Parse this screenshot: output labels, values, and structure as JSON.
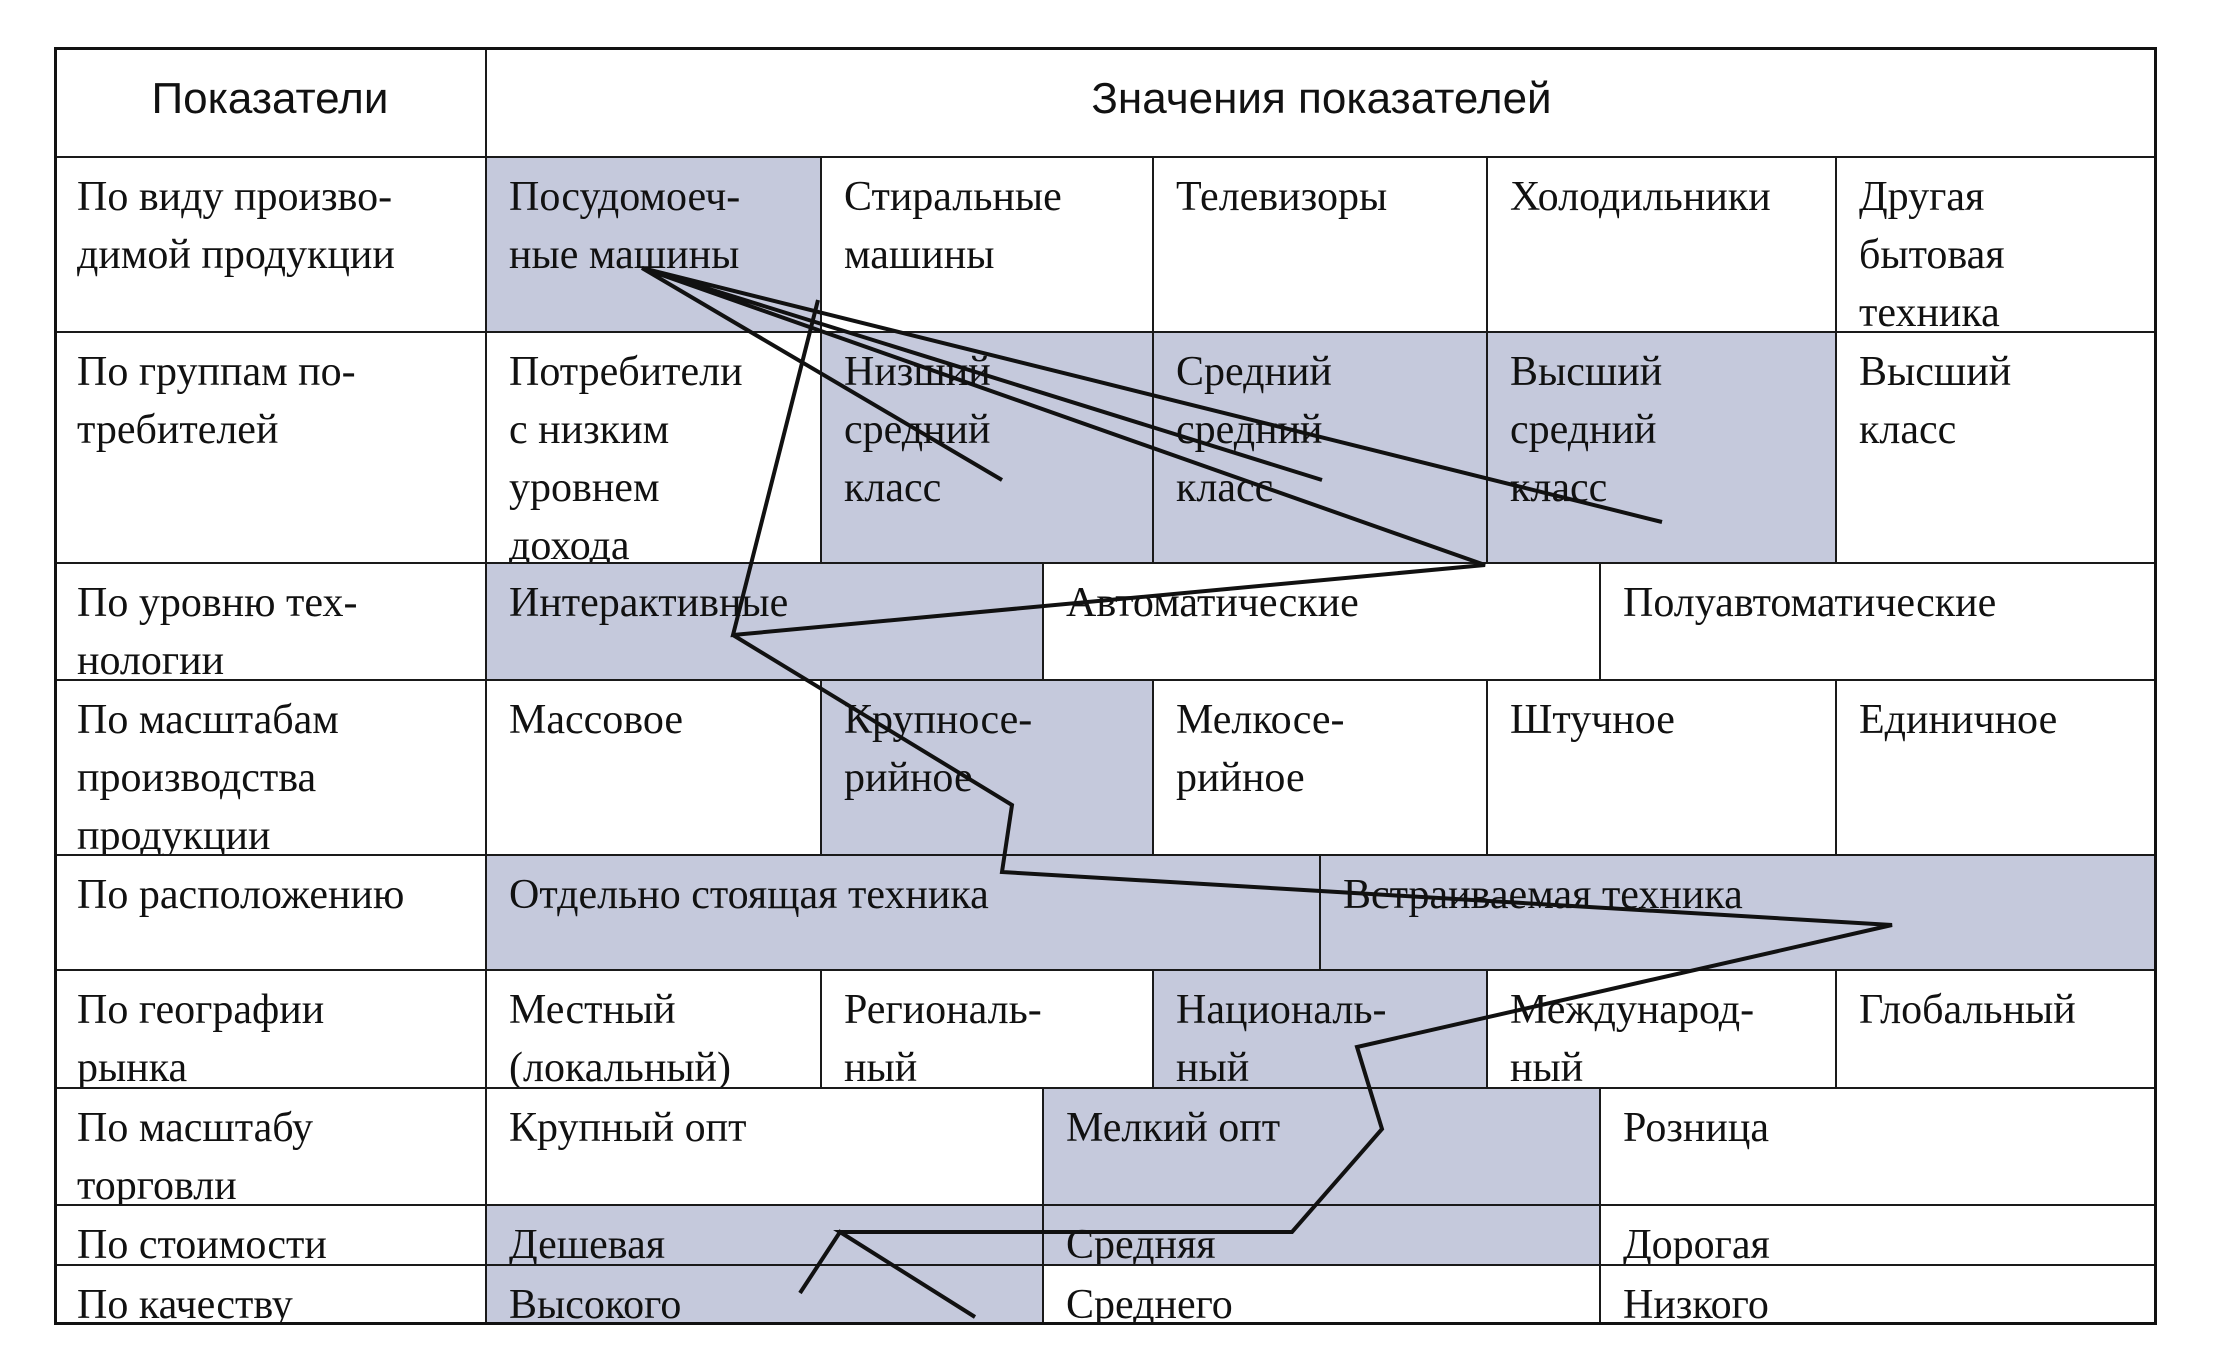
{
  "table": {
    "header": {
      "indicators": "Показатели",
      "values": "Значения показателей"
    },
    "rows": [
      {
        "label": "По виду произво-\nдимой продукции",
        "cells": [
          {
            "text": "Посудомоеч-\nные машины",
            "shaded": true
          },
          {
            "text": "Стиральные\nмашины",
            "shaded": false
          },
          {
            "text": "Телевизоры",
            "shaded": false
          },
          {
            "text": "Холодильники",
            "shaded": false
          },
          {
            "text": "Другая\nбытовая\nтехника",
            "shaded": false
          }
        ]
      },
      {
        "label": "По группам по-\nтребителей",
        "cells": [
          {
            "text": "Потребители\nс низким\nуровнем\nдохода",
            "shaded": false
          },
          {
            "text": "Низший\nсредний\nкласс",
            "shaded": true
          },
          {
            "text": "Средний\nсредний\nкласс",
            "shaded": true
          },
          {
            "text": "Высший\nсредний\nкласс",
            "shaded": true
          },
          {
            "text": "Высший\nкласс",
            "shaded": false
          }
        ]
      },
      {
        "label": "По уровню тех-\nнологии",
        "cells": [
          {
            "text": "Интерактивные",
            "shaded": true
          },
          {
            "text": "Автоматические",
            "shaded": false
          },
          {
            "text": "Полуавтоматические",
            "shaded": false
          }
        ]
      },
      {
        "label": "По масштабам\nпроизводства\nпродукции",
        "cells": [
          {
            "text": "Массовое",
            "shaded": false
          },
          {
            "text": "Крупносе-\nрийное",
            "shaded": true
          },
          {
            "text": "Мелкосе-\nрийное",
            "shaded": false
          },
          {
            "text": "Штучное",
            "shaded": false
          },
          {
            "text": "Единичное",
            "shaded": false
          }
        ]
      },
      {
        "label": "По расположению",
        "cells": [
          {
            "text": "Отдельно стоящая техника",
            "shaded": true
          },
          {
            "text": "Встраиваемая техника",
            "shaded": true
          }
        ]
      },
      {
        "label": "По географии\nрынка",
        "cells": [
          {
            "text": "Местный\n(локальный)",
            "shaded": false
          },
          {
            "text": "Региональ-\nный",
            "shaded": false
          },
          {
            "text": "Националь-\nный",
            "shaded": true
          },
          {
            "text": "Международ-\nный",
            "shaded": false
          },
          {
            "text": "Глобальный",
            "shaded": false
          }
        ]
      },
      {
        "label": "По масштабу\nторговли",
        "cells": [
          {
            "text": "Крупный опт",
            "shaded": false
          },
          {
            "text": "Мелкий опт",
            "shaded": true
          },
          {
            "text": "Розница",
            "shaded": false
          }
        ]
      },
      {
        "label": "По стоимости",
        "cells": [
          {
            "text": "Дешевая",
            "shaded": true
          },
          {
            "text": "Средняя",
            "shaded": true
          },
          {
            "text": "Дорогая",
            "shaded": false
          }
        ]
      },
      {
        "label": "По качеству",
        "cells": [
          {
            "text": "Высокого",
            "shaded": true
          },
          {
            "text": "Среднего",
            "shaded": false
          },
          {
            "text": "Низкого",
            "shaded": false
          }
        ]
      }
    ]
  },
  "colors": {
    "shaded": "#c5c9dc",
    "border": "#1a1a1a",
    "path_line": "#111111"
  }
}
